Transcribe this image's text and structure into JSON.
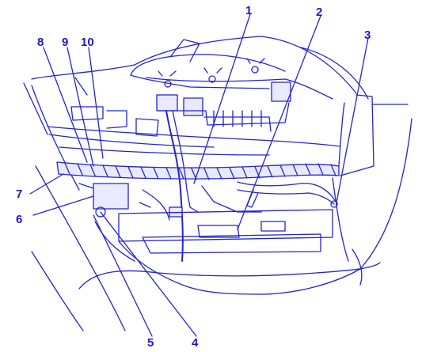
{
  "colors": {
    "line": "#2323d6",
    "label": "#1a1ad0",
    "background": "#ffffff"
  },
  "callouts": [
    {
      "id": "c1",
      "text": "1"
    },
    {
      "id": "c2",
      "text": "2"
    },
    {
      "id": "c3",
      "text": "3"
    },
    {
      "id": "c4",
      "text": "4"
    },
    {
      "id": "c5",
      "text": "5"
    },
    {
      "id": "c6",
      "text": "6"
    },
    {
      "id": "c7",
      "text": "7"
    },
    {
      "id": "c8",
      "text": "8"
    },
    {
      "id": "c9",
      "text": "9"
    },
    {
      "id": "c10",
      "text": "10"
    }
  ]
}
